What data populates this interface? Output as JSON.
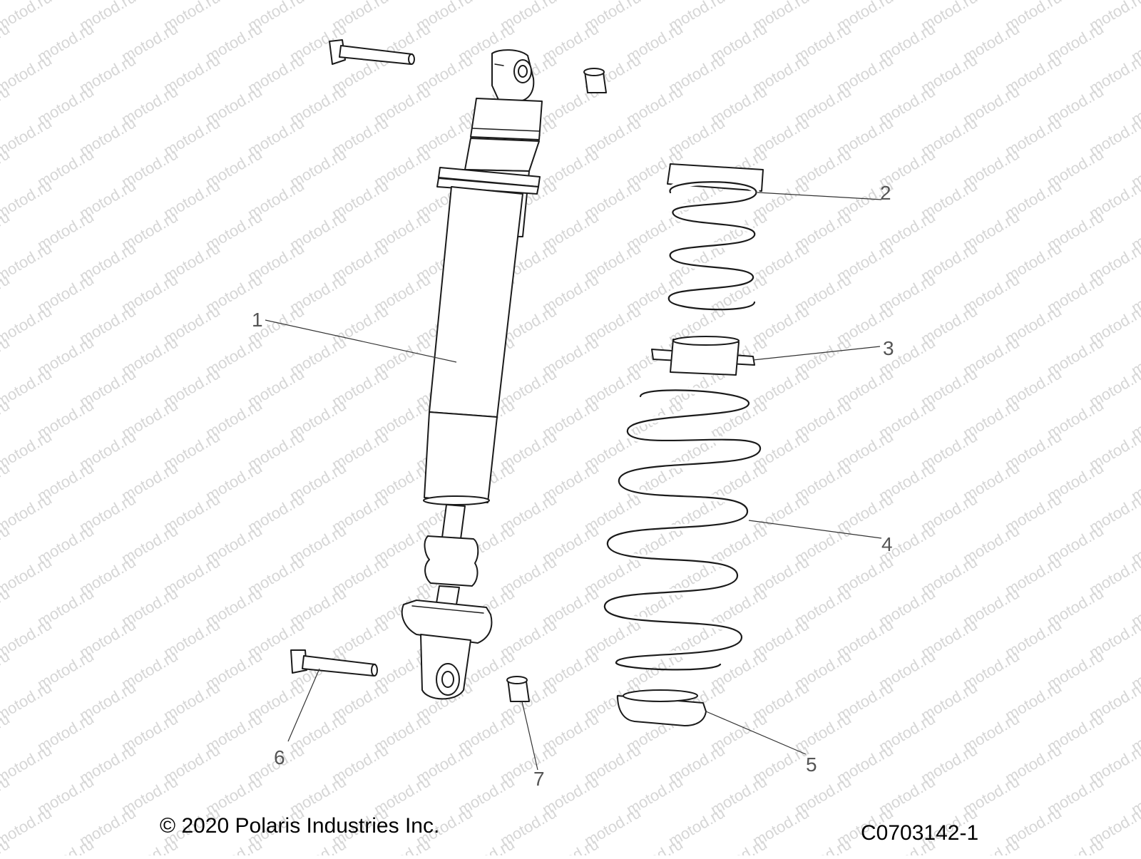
{
  "watermark": "motod.ru",
  "copyright": "© 2020 Polaris Industries Inc.",
  "diagram_code": "C0703142-1",
  "callouts": [
    {
      "number": "1",
      "part": "shock-absorber"
    },
    {
      "number": "2",
      "part": "tender-spring"
    },
    {
      "number": "3",
      "part": "spring-spacer"
    },
    {
      "number": "4",
      "part": "main-spring"
    },
    {
      "number": "5",
      "part": "spring-retainer"
    },
    {
      "number": "6",
      "part": "bolt"
    },
    {
      "number": "7",
      "part": "bushing"
    }
  ]
}
